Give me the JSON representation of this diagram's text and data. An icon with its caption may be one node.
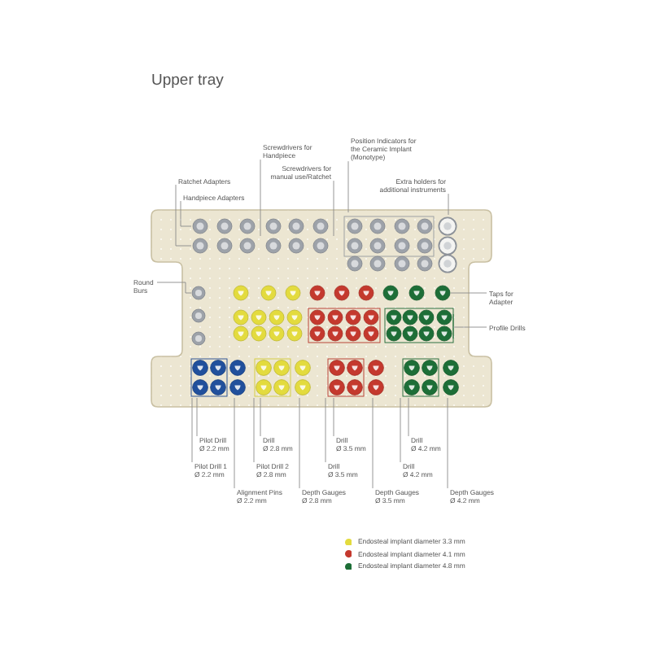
{
  "diagram": {
    "title": "Upper tray",
    "nodes": [
      {
        "text": [
          "Screwdrivers for Handpiece"
        ]
      },
      {
        "text": [
          "Position Indicators for the Ceramic Implant (Monotype)"
        ]
      },
      {
        "text": [
          "Ratchet Adapters"
        ]
      },
      {
        "text": [
          "Screwdrivers for manual use/Ratchet"
        ]
      },
      {
        "text": [
          "Extra holders for additional instruments"
        ]
      },
      {
        "text": [
          "Handpiece Adapters"
        ]
      },
      {
        "text": [
          "Round Burs"
        ]
      },
      {
        "text": [
          "Taps for Adapter"
        ]
      },
      {
        "text": [
          "Profile Drills"
        ]
      },
      {
        "text": [
          "Pilot Drill",
          "Ø 2.2 mm"
        ]
      },
      {
        "text": [
          "Drill",
          "Ø 2.8 mm"
        ]
      },
      {
        "text": [
          "Drill",
          "Ø 3.5 mm"
        ]
      },
      {
        "text": [
          "Drill",
          "Ø 4.2 mm"
        ]
      },
      {
        "text": [
          "Pilot Drill 1",
          "Ø 2.2 mm"
        ]
      },
      {
        "text": [
          "Pilot Drill 2",
          "Ø 2.8 mm"
        ]
      },
      {
        "text": [
          "Drill",
          "Ø 3.5 mm"
        ]
      },
      {
        "text": [
          "Drill",
          "Ø 4.2 mm"
        ]
      },
      {
        "text": [
          "Alignment Pins",
          "Ø 2.2 mm"
        ]
      },
      {
        "text": [
          "Depth Gauges",
          "Ø 2.8 mm"
        ]
      },
      {
        "text": [
          "Depth Gauges",
          "Ø 3.5 mm"
        ]
      },
      {
        "text": [
          "Depth Gauges",
          "Ø 4.2 mm"
        ]
      }
    ],
    "edges": [
      {
        "from": 0,
        "to": null,
        "arrow": "none"
      },
      {
        "from": 1,
        "to": null,
        "arrow": "none"
      },
      {
        "from": 2,
        "to": null,
        "arrow": "none"
      },
      {
        "from": 3,
        "to": null,
        "arrow": "none"
      },
      {
        "from": 4,
        "to": null,
        "arrow": "none"
      },
      {
        "from": 5,
        "to": null,
        "arrow": "none"
      },
      {
        "from": 6,
        "to": null,
        "arrow": "none"
      },
      {
        "from": 7,
        "to": null,
        "arrow": "none"
      },
      {
        "from": 8,
        "to": null,
        "arrow": "none"
      },
      {
        "from": 9,
        "to": null,
        "arrow": "none"
      },
      {
        "from": 10,
        "to": null,
        "arrow": "none"
      },
      {
        "from": 11,
        "to": null,
        "arrow": "none"
      },
      {
        "from": 12,
        "to": null,
        "arrow": "none"
      },
      {
        "from": 13,
        "to": null,
        "arrow": "none"
      },
      {
        "from": 14,
        "to": null,
        "arrow": "none"
      },
      {
        "from": 15,
        "to": null,
        "arrow": "none"
      },
      {
        "from": 16,
        "to": null,
        "arrow": "none"
      },
      {
        "from": 17,
        "to": null,
        "arrow": "none"
      },
      {
        "from": 18,
        "to": null,
        "arrow": "none"
      },
      {
        "from": 19,
        "to": null,
        "arrow": "none"
      },
      {
        "from": 20,
        "to": null,
        "arrow": "none"
      }
    ],
    "legend": [
      {
        "text": "Endosteal implant diameter 3.3 mm",
        "color": "#e3db3e"
      },
      {
        "text": "Endosteal implant diameter 4.1 mm",
        "color": "#c4392e"
      },
      {
        "text": "Endosteal implant diameter 4.8 mm",
        "color": "#1d6e37"
      }
    ]
  }
}
